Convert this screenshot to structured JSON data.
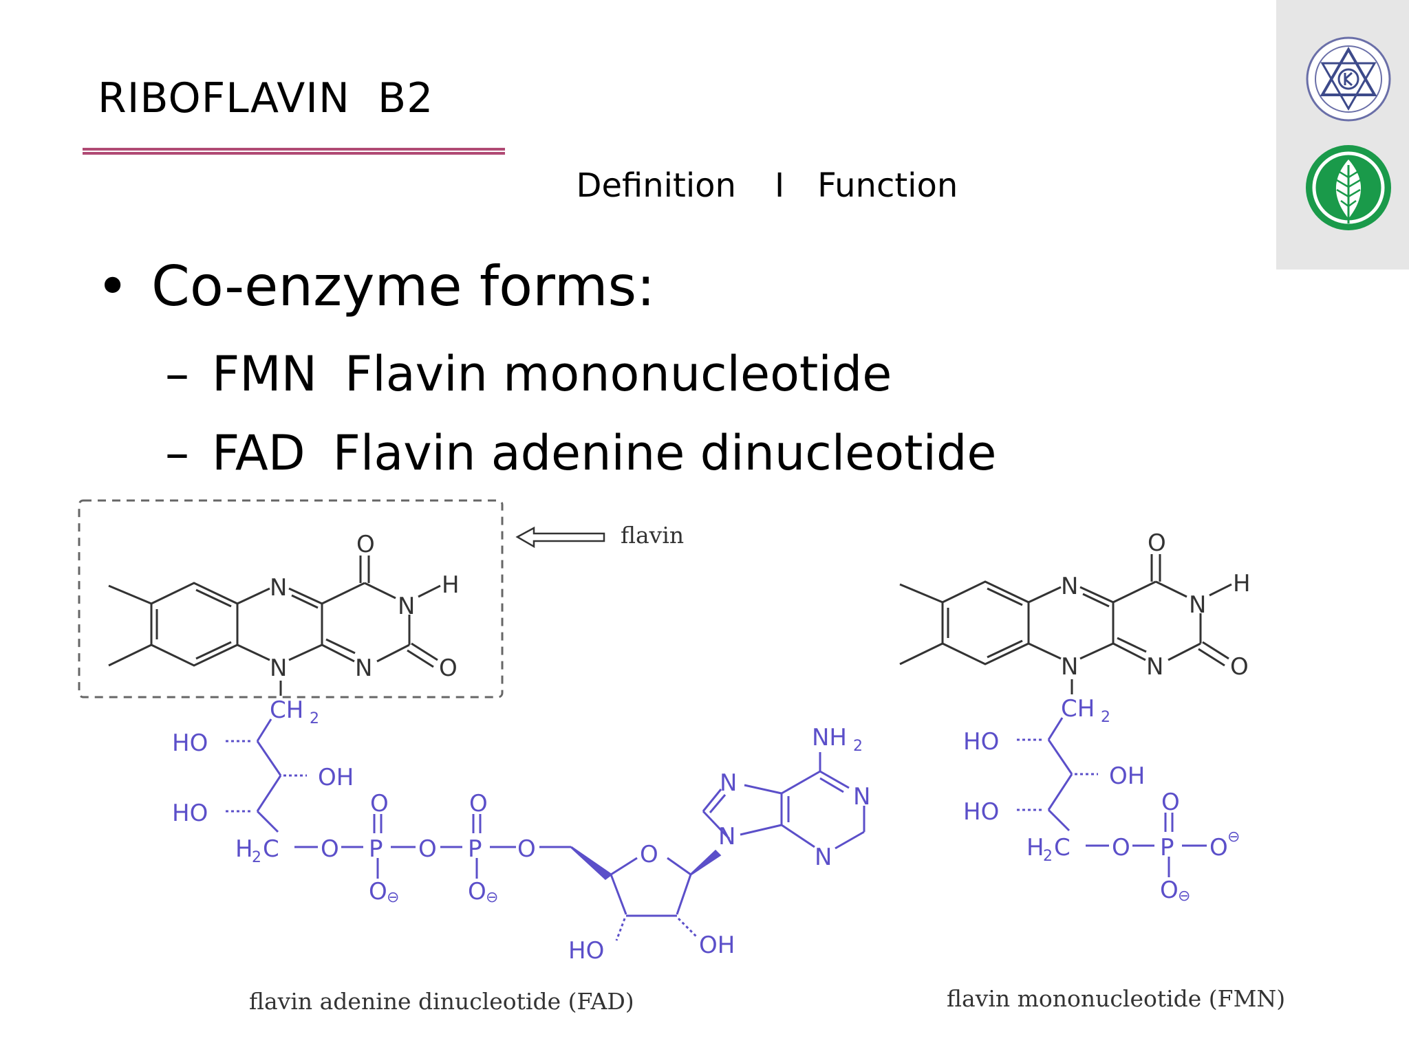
{
  "slide": {
    "title": "RIBOFLAVIN  B2",
    "nav": {
      "left": "Definition",
      "separator": "I",
      "right": "Function"
    },
    "bullet": "Co-enzyme forms:",
    "subitems": [
      {
        "dash": "–",
        "abbr": "FMN",
        "text": "Flavin mononucleotide"
      },
      {
        "dash": "–",
        "abbr": "FAD",
        "text": "Flavin adenine dinucleotide"
      }
    ]
  },
  "figure": {
    "flavin_label": "flavin",
    "fad_caption": "flavin adenine dinucleotide (FAD)",
    "fmn_caption": "flavin mononucleotide (FMN)",
    "atoms": {
      "O": "O",
      "N": "N",
      "H": "H",
      "CH2": "CH",
      "sub2": "2",
      "HO": "HO",
      "OH": "OH",
      "P": "P",
      "NH2": "NH",
      "H2C_H": "H",
      "H2C_C": "C",
      "minus": "⊖"
    }
  },
  "colors": {
    "accent_rule": "#b04a74",
    "molecule_black": "#333333",
    "molecule_blue": "#5b4fc9",
    "logo_panel": "#e6e6e6",
    "logo_green": "#1a9a4a"
  },
  "icons": {
    "top_logo": "university-seal-icon",
    "bottom_logo": "green-leaf-emblem-icon"
  }
}
